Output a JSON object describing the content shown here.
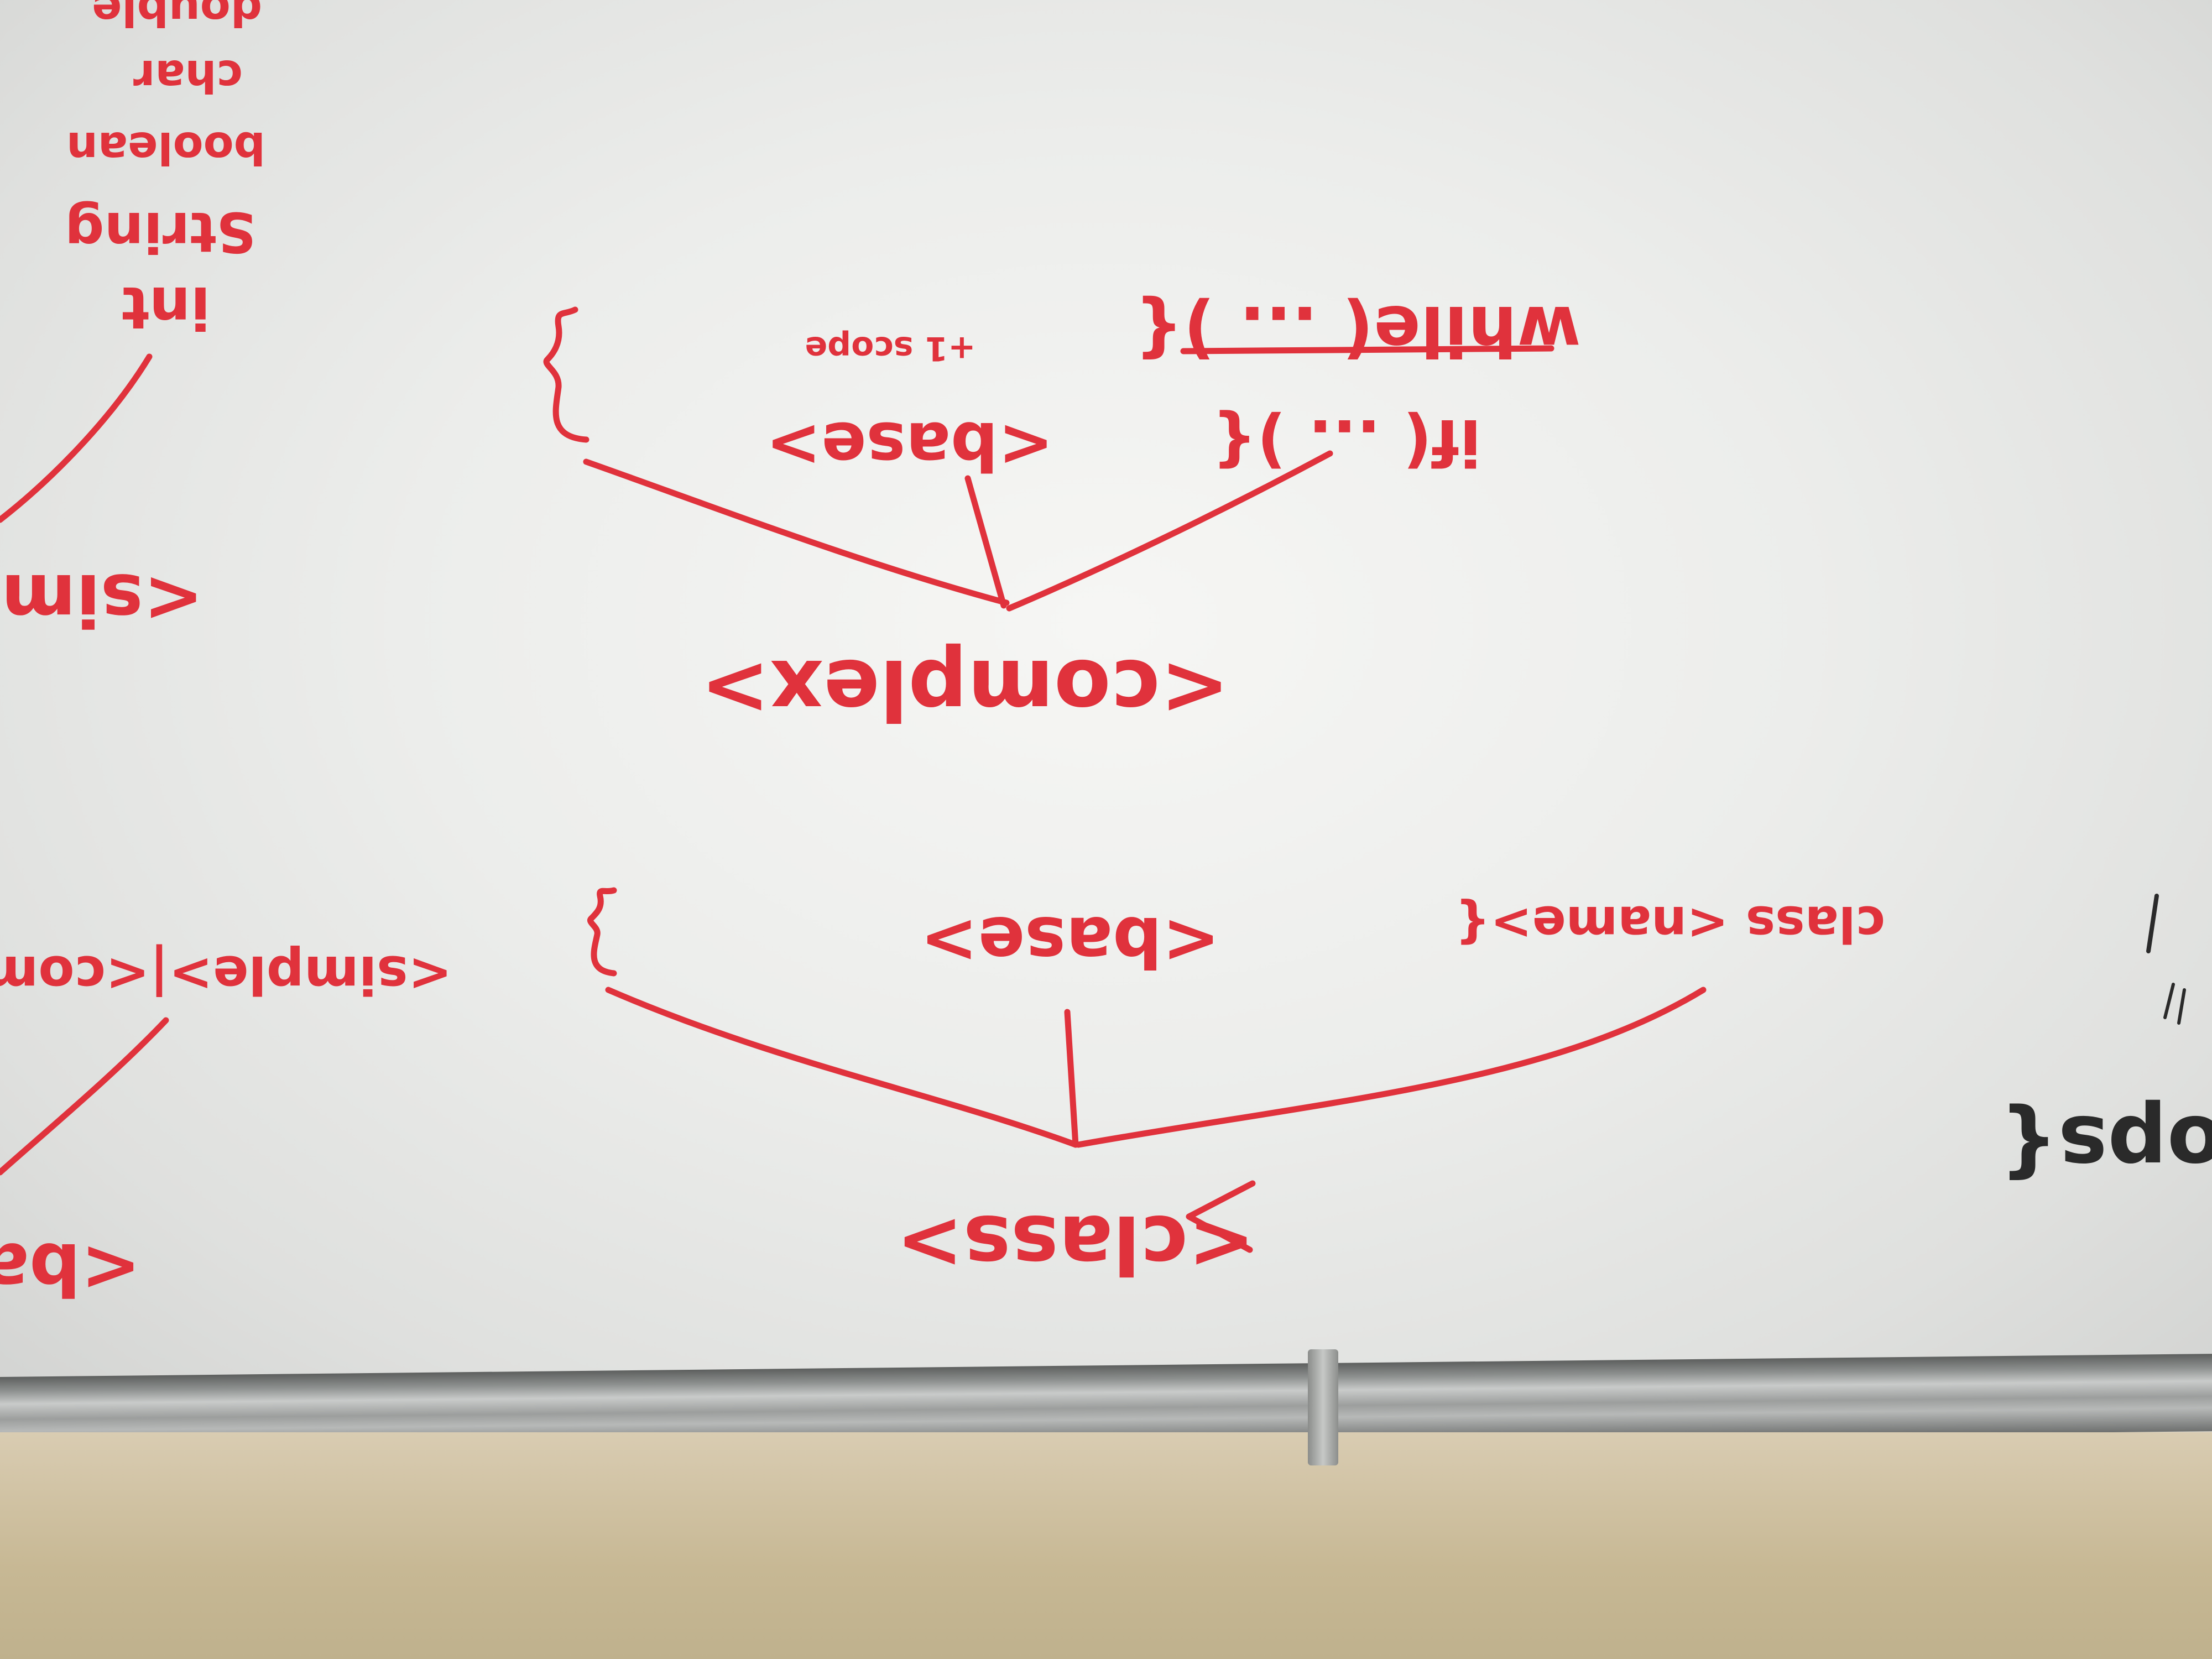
{
  "scene": {
    "description_colors": {
      "board": "#eeeeec",
      "ink_red": "#e0323c",
      "ink_black": "#2a2a2a",
      "wall": "#cdbf9e"
    }
  },
  "whiteboard": {
    "tree_complex": {
      "root": "<complex>",
      "branches": [
        "{ }",
        "<base>",
        "if( ... ){"
      ],
      "base_note": "+1 scope",
      "while_line": "while( ... ){"
    },
    "tree_class": {
      "root": "<class>",
      "branches": [
        "{ }",
        "<base>",
        "class <name>{"
      ]
    },
    "left_list": [
      "int",
      "String",
      "boolean",
      "char",
      "double"
    ],
    "left_fragments": [
      "<sim",
      "<simple>|<comp",
      "<ba"
    ],
    "right_fragment": "oops{"
  }
}
